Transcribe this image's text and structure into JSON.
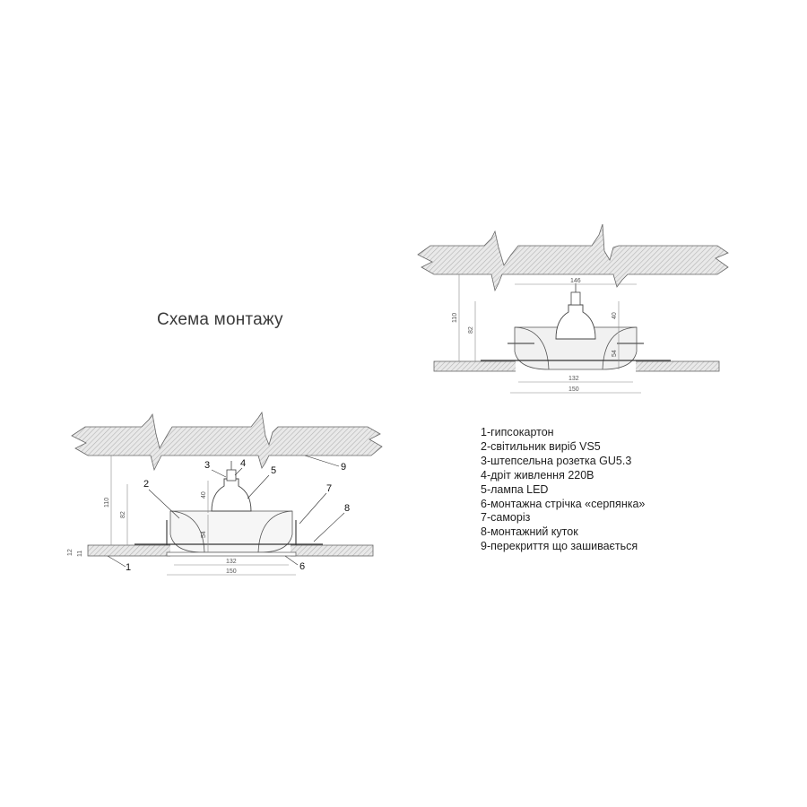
{
  "title": "Схема монтажу",
  "legend": [
    "1-гипсокартон",
    "2-світильник виріб VS5",
    "3-штепсельна розетка GU5.3",
    "4-дріт живлення 220В",
    "5-лампа LED",
    "6-монтажна стрічка «серпянка»",
    "7-саморіз",
    "8-монтажний куток",
    "9-перекриття що зашивається"
  ],
  "colors": {
    "hatch": "#9a9a9a",
    "line": "#555555",
    "dim": "#888888",
    "fill": "#eeeeee"
  },
  "top_view": {
    "dim_146": "146",
    "dim_110": "110",
    "dim_82": "82",
    "dim_40": "40",
    "dim_54": "54",
    "dim_132": "132",
    "dim_150": "150"
  },
  "bottom_view": {
    "dim_110": "110",
    "dim_82": "82",
    "dim_40": "40",
    "dim_54": "54",
    "dim_132": "132",
    "dim_150": "150",
    "dim_12": "12",
    "dim_11": "11",
    "label_1": "1",
    "label_2": "2",
    "label_3": "3",
    "label_4": "4",
    "label_5": "5",
    "label_6": "6",
    "label_7": "7",
    "label_8": "8",
    "label_9": "9"
  }
}
